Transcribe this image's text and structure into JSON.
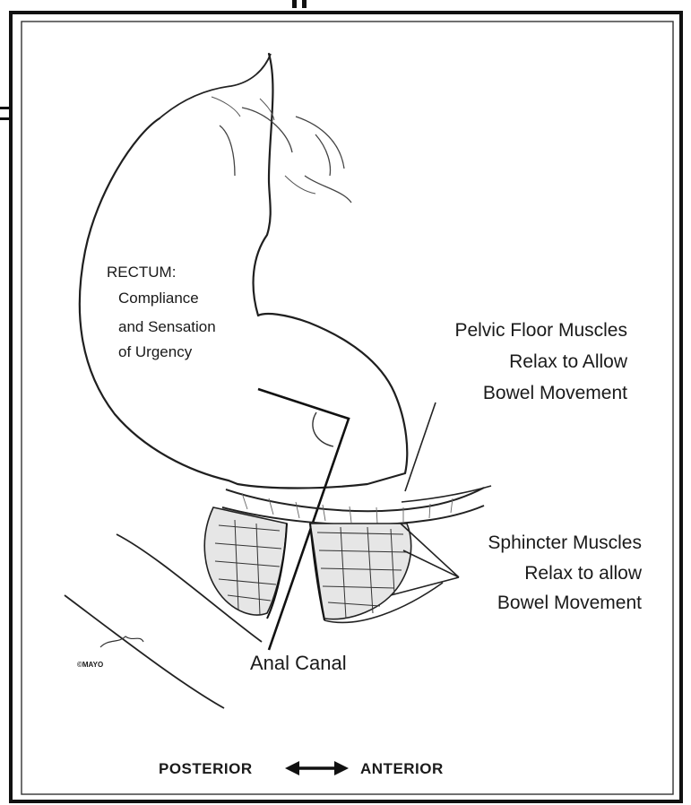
{
  "diagram": {
    "rectum_label": "RECTUM:",
    "rectum_desc": [
      "Compliance",
      "and Sensation",
      "of Urgency"
    ],
    "pelvic_floor_desc": [
      "Pelvic Floor Muscles",
      "Relax to Allow",
      "Bowel Movement"
    ],
    "sphincter_desc": [
      "Sphincter Muscles",
      "Relax to allow",
      "Bowel Movement"
    ],
    "anal_canal_label": "Anal Canal",
    "posterior_label": "POSTERIOR",
    "anterior_label": "ANTERIOR",
    "credit": "©MAYO"
  },
  "icons": {
    "direction_arrow": "double-arrow-icon"
  },
  "colors": {
    "ink": "#1a1a1a",
    "background": "#ffffff",
    "frame": "#111111"
  }
}
